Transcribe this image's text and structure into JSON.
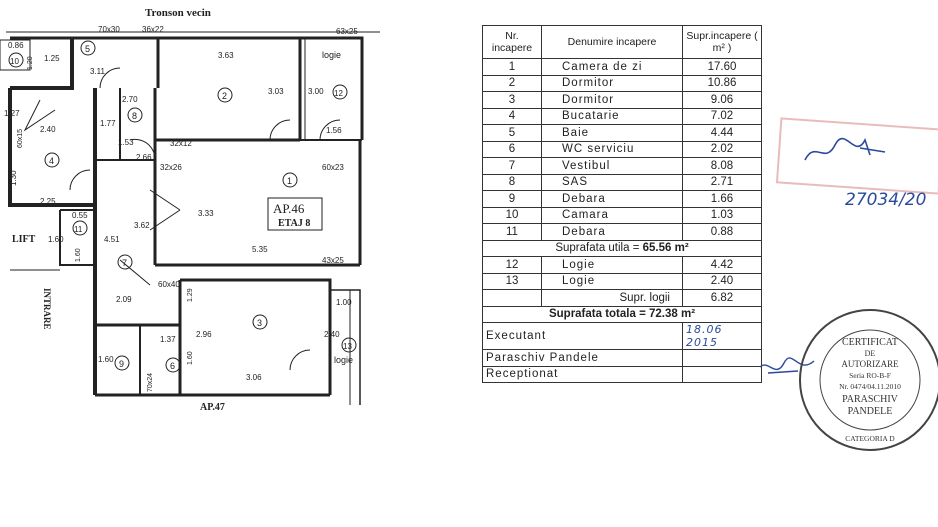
{
  "plan": {
    "top_label": "Tronson vecin",
    "bottom_label": "AP.47",
    "lift_label": "LIFT",
    "entry_label": "INTRARE",
    "apartment_label": "AP.46",
    "floor_label": "ETAJ 8",
    "room_numbers": [
      "1",
      "2",
      "3",
      "4",
      "5",
      "6",
      "7",
      "8",
      "9",
      "10",
      "11",
      "12",
      "13"
    ],
    "logia_labels": [
      "logie",
      "logie"
    ],
    "dimensions": [
      "70x30",
      "36x22",
      "63x25",
      "0.86",
      "1.25",
      "1.20",
      "3.11",
      "3.63",
      "3.03",
      "3.00",
      "1.56",
      "2.70",
      "1.27",
      "2.40",
      "1.77",
      "60x15",
      "1.53",
      "32x12",
      "2.66",
      "32x26",
      "60x23",
      "1.30",
      "3.33",
      "2.25",
      "0.55",
      "3.62",
      "5.35",
      "43x25",
      "1.60",
      "4.51",
      "1.60",
      "2.09",
      "60x40",
      "1.29",
      "1.00",
      "2.96",
      "2.40",
      "1.37",
      "1.60",
      "1.60",
      "70x24",
      "3.06"
    ]
  },
  "table": {
    "headers": {
      "nr": "Nr. incapere",
      "name": "Denumire incapere",
      "area": "Supr.incapere ( m² )"
    },
    "rooms": [
      {
        "nr": "1",
        "name": "Camera de zi",
        "area": "17.60"
      },
      {
        "nr": "2",
        "name": "Dormitor",
        "area": "10.86"
      },
      {
        "nr": "3",
        "name": "Dormitor",
        "area": "9.06"
      },
      {
        "nr": "4",
        "name": "Bucatarie",
        "area": "7.02"
      },
      {
        "nr": "5",
        "name": "Baie",
        "area": "4.44"
      },
      {
        "nr": "6",
        "name": "WC serviciu",
        "area": "2.02"
      },
      {
        "nr": "7",
        "name": "Vestibul",
        "area": "8.08"
      },
      {
        "nr": "8",
        "name": "SAS",
        "area": "2.71"
      },
      {
        "nr": "9",
        "name": "Debara",
        "area": "1.66"
      },
      {
        "nr": "10",
        "name": "Camara",
        "area": "1.03"
      },
      {
        "nr": "11",
        "name": "Debara",
        "area": "0.88"
      }
    ],
    "useful_label": "Suprafata utila =",
    "useful_value": "65.56 m²",
    "logias": [
      {
        "nr": "12",
        "name": "Logie",
        "area": "4.42"
      },
      {
        "nr": "13",
        "name": "Logie",
        "area": "2.40"
      }
    ],
    "logia_total_label": "Supr. logii",
    "logia_total_value": "6.82",
    "total_label": "Suprafata totala =",
    "total_value": "72.38 m²",
    "executant_label": "Executant",
    "executant_date": "18.06 2015",
    "executant_name": "Paraschiv Pandele",
    "receptionat_label": "Receptionat"
  },
  "handwriting": {
    "number": "27034/20"
  },
  "stamp": {
    "lines": [
      "CERTIFICAT",
      "DE",
      "AUTORIZARE",
      "Seria RO-B-F",
      "Nr. 0474/04.11.2010",
      "PARASCHIV",
      "PANDELE",
      "CATEGORIA D"
    ]
  },
  "colors": {
    "ink": "#222222",
    "stamp_red": "#c04040",
    "pen_blue": "#2a4a9a",
    "paper": "#ffffff"
  }
}
